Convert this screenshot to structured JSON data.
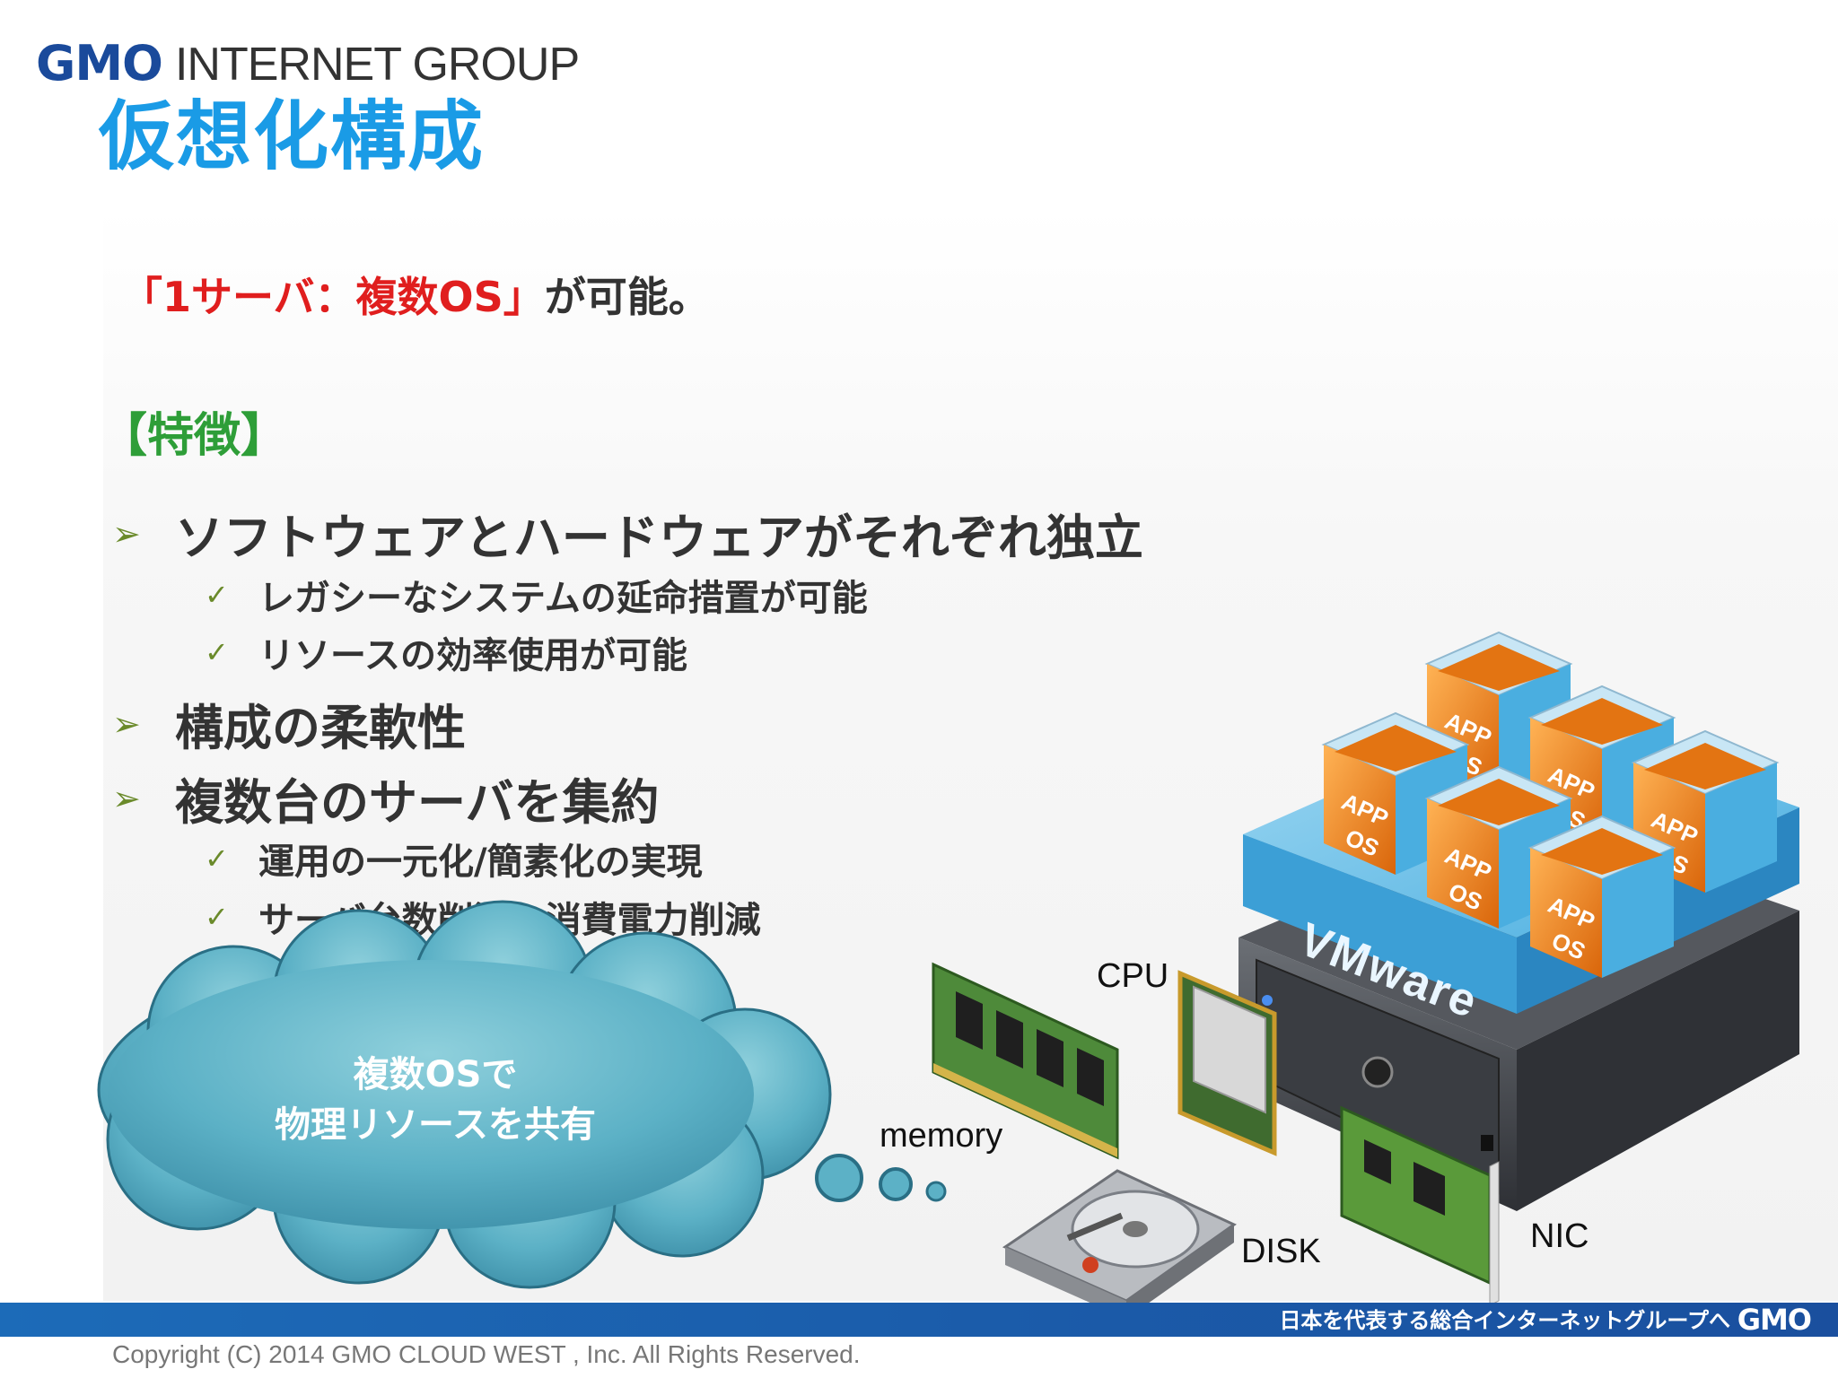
{
  "header": {
    "logo_gmo": "GMO",
    "logo_rest": "INTERNET GROUP",
    "title": "仮想化構成"
  },
  "lead": {
    "red": "「1サーバ：複数OS」",
    "dark": "が可能。"
  },
  "features": {
    "heading": "【特徴】",
    "items": [
      {
        "text": "ソフトウェアとハードウェアがそれぞれ独立",
        "subs": [
          "レガシーなシステムの延命措置が可能",
          "リソースの効率使用が可能"
        ]
      },
      {
        "text": "構成の柔軟性",
        "subs": []
      },
      {
        "text": "複数台のサーバを集約",
        "subs": [
          "運用の一元化/簡素化の実現",
          "サーバ台数削減・消費電力削減"
        ]
      }
    ]
  },
  "cloud": {
    "line1": "複数OSで",
    "line2": "物理リソースを共有"
  },
  "diagram": {
    "labels": {
      "cpu": "CPU",
      "memory": "memory",
      "disk": "DISK",
      "nic": "NIC"
    },
    "vmware": "VMware",
    "box_app": "APP",
    "box_os": "OS"
  },
  "footer": {
    "tagline": "日本を代表する総合インターネットグループへ",
    "gmo": "GMO",
    "copyright": "Copyright (C) 2014 GMO CLOUD WEST , Inc. All Rights Reserved."
  },
  "colors": {
    "title_blue": "#1a9be6",
    "lead_red": "#e01e1e",
    "feature_green": "#2e9e38",
    "footer_blue": "#1a4f9e",
    "vm_orange": "#f08a1e",
    "vm_blue": "#4aaee0"
  }
}
